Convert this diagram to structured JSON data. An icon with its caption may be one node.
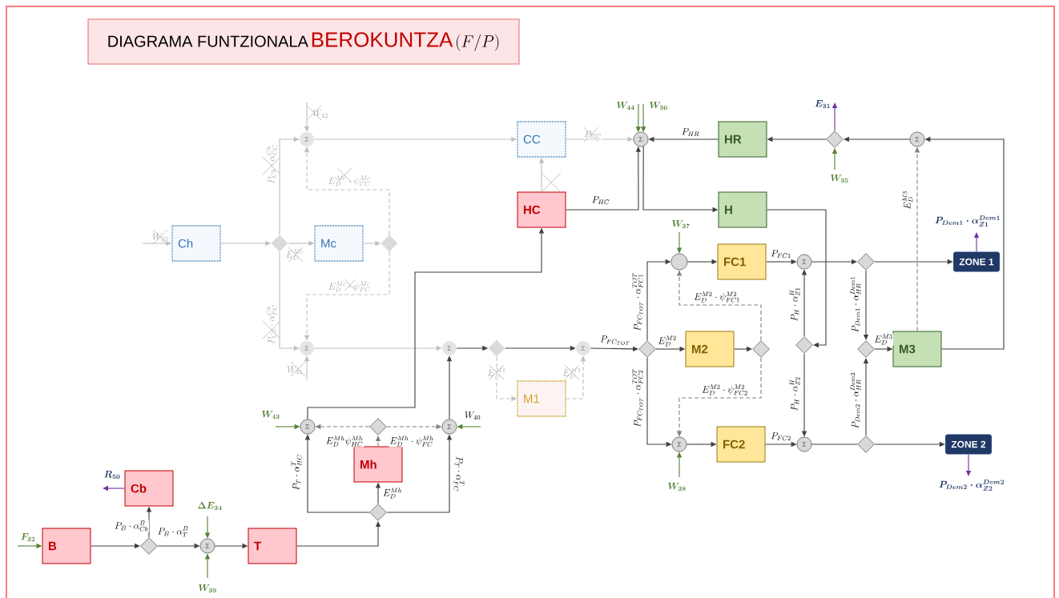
{
  "diagram": {
    "nodes": [
      {
        "text": [
          "DIAGRAMA FUNTZIONALA",
          "BEROKUNTZA",
          "(F/P)"
        ]
      },
      {
        "text": [
          "Ch"
        ]
      },
      {
        "text": [],
        "shape": "diamond"
      },
      {
        "text": [
          "Mc"
        ]
      },
      {
        "text": [],
        "shape": "diamond"
      },
      {
        "text": [
          "Σ"
        ]
      },
      {
        "text": [
          "Σ"
        ]
      },
      {
        "text": [
          "CC"
        ]
      },
      {
        "text": [
          "HC"
        ]
      },
      {
        "text": [
          "Σ"
        ]
      },
      {
        "text": [
          "HR"
        ]
      },
      {
        "text": [],
        "shape": "diamond"
      },
      {
        "text": [
          "Σ"
        ]
      },
      {
        "text": [
          "H"
        ]
      },
      {
        "text": [],
        "shape": "circle"
      },
      {
        "text": [
          "FC1"
        ]
      },
      {
        "text": [
          "Σ"
        ]
      },
      {
        "text": [],
        "shape": "diamond"
      },
      {
        "text": [
          "ZONE 1"
        ]
      },
      {
        "text": [
          "Σ"
        ]
      },
      {
        "text": [],
        "shape": "diamond"
      },
      {
        "text": [
          "Σ"
        ]
      },
      {
        "text": [
          "M1"
        ]
      },
      {
        "text": [],
        "shape": "diamond"
      },
      {
        "text": [
          "M2"
        ]
      },
      {
        "text": [],
        "shape": "diamond"
      },
      {
        "text": [],
        "shape": "diamond"
      },
      {
        "text": [],
        "shape": "diamond"
      },
      {
        "text": [
          "M3"
        ]
      },
      {
        "text": [
          "Σ"
        ]
      },
      {
        "text": [
          "FC2"
        ]
      },
      {
        "text": [
          "Σ"
        ]
      },
      {
        "text": [],
        "shape": "diamond"
      },
      {
        "text": [
          "ZONE 2"
        ]
      },
      {
        "text": [
          "Σ"
        ]
      },
      {
        "text": [],
        "shape": "diamond"
      },
      {
        "text": [
          "Σ"
        ]
      },
      {
        "text": [
          "Mh"
        ]
      },
      {
        "text": [],
        "shape": "diamond"
      },
      {
        "text": [
          "B"
        ]
      },
      {
        "text": [],
        "shape": "diamond"
      },
      {
        "text": [
          "Cb"
        ]
      },
      {
        "text": [
          "Σ"
        ]
      },
      {
        "text": [
          "T"
        ]
      }
    ],
    "edges": [
      {
        "from": null,
        "to": 1,
        "arrow": "to",
        "label": "W_{33}",
        "color": "#bfbfbf"
      },
      {
        "from": 1,
        "to": 2,
        "arrow": "to",
        "color": "#bfbfbf"
      },
      {
        "from": 2,
        "to": 3,
        "arrow": "to",
        "label": "E_D^{Mc}",
        "color": "#bfbfbf"
      },
      {
        "from": 3,
        "to": 4,
        "arrow": "to",
        "color": "#bfbfbf"
      },
      {
        "from": 2,
        "to": 5,
        "arrow": "to",
        "label": "P_{Ch}\\cdot\\alpha_{CC}^{Ch}",
        "color": "#bfbfbf"
      },
      {
        "from": 2,
        "to": 6,
        "arrow": "to",
        "label": "P_{Ch}\\cdot\\alpha_{FC}^{Ch}",
        "color": "#bfbfbf"
      },
      {
        "from": 4,
        "to": 5,
        "arrow": "to",
        "label": "E_D^{Mc}\\cdot\\psi_{CC}^{Mc}",
        "style": "dashed",
        "color": "#bfbfbf"
      },
      {
        "from": 4,
        "to": 6,
        "arrow": "to",
        "label": "E_D^{Mc}\\cdot\\psi_{FC}^{Mc}",
        "style": "dashed",
        "color": "#bfbfbf"
      },
      {
        "from": null,
        "to": 5,
        "arrow": "to",
        "label": "W_{42}",
        "color": "#bfbfbf"
      },
      {
        "from": null,
        "to": 6,
        "arrow": "to",
        "label": "W_{41}",
        "color": "#bfbfbf"
      },
      {
        "from": 5,
        "to": 7,
        "arrow": "to",
        "color": "#bfbfbf"
      },
      {
        "from": 6,
        "to": 19,
        "arrow": "to",
        "color": "#bfbfbf"
      },
      {
        "from": 7,
        "to": 9,
        "arrow": "to",
        "label": "P_{CC}",
        "color": "#bfbfbf"
      },
      {
        "from": 8,
        "to": 7,
        "arrow": "to",
        "color": "#bfbfbf"
      },
      {
        "from": 19,
        "to": 20,
        "arrow": "to"
      },
      {
        "from": 20,
        "to": 21,
        "arrow": "to"
      },
      {
        "from": 20,
        "to": 22,
        "arrow": "to",
        "label": "E_D^{M1}",
        "style": "dashed",
        "color": "#bfbfbf"
      },
      {
        "from": 22,
        "to": 21,
        "arrow": "to",
        "label": "E_D^{M1}",
        "style": "dashed",
        "color": "#bfbfbf"
      },
      {
        "from": 21,
        "to": 23,
        "arrow": "to",
        "label": "P_{FC_{TOT}}"
      },
      {
        "from": 8,
        "to": 9,
        "arrow": "to",
        "label": "P_{HC}"
      },
      {
        "from": 10,
        "to": 9,
        "arrow": "to",
        "label": "P_{HR}"
      },
      {
        "from": 9,
        "to": 13,
        "arrow": "to"
      },
      {
        "from": null,
        "to": 9,
        "arrow": "to",
        "label": "W_{44}",
        "color": "#538135"
      },
      {
        "from": null,
        "to": 9,
        "arrow": "to",
        "label": "W_{36}",
        "color": "#538135"
      },
      {
        "from": 11,
        "to": 10,
        "arrow": "to"
      },
      {
        "from": 11,
        "to": null,
        "arrow": "to",
        "label": "E_{31}",
        "color": "#7030a0"
      },
      {
        "from": null,
        "to": 11,
        "arrow": "to",
        "label": "W_{35}",
        "color": "#538135"
      },
      {
        "from": 12,
        "to": 11,
        "arrow": "to"
      },
      {
        "from": 28,
        "to": 12,
        "arrow": "to"
      },
      {
        "from": 28,
        "to": 12,
        "arrow": "to",
        "label": "E_D^{M3}",
        "style": "dashed",
        "color": "#808080"
      },
      {
        "from": 13,
        "to": 26,
        "arrow": "to"
      },
      {
        "from": 23,
        "to": 14,
        "arrow": "to",
        "label": "P_{FC_{TOT}}\\cdot\\alpha_{FC1}^{TOT}"
      },
      {
        "from": null,
        "to": 14,
        "arrow": "to",
        "label": "W_{37}",
        "color": "#538135"
      },
      {
        "from": 14,
        "to": 15,
        "arrow": "to"
      },
      {
        "from": 15,
        "to": 16,
        "arrow": "to",
        "label": "P_{FC1}"
      },
      {
        "from": 16,
        "to": 17,
        "arrow": "to"
      },
      {
        "from": 17,
        "to": 18,
        "arrow": "to"
      },
      {
        "from": 18,
        "to": null,
        "arrow": "to",
        "label": "P_{Dem1}\\cdot\\alpha_{Z1}^{Dem1}",
        "color": "#7030a0"
      },
      {
        "from": 17,
        "to": 27,
        "arrow": "to",
        "label": "P_{Dem1}\\cdot\\alpha_{HR}^{Dem1}"
      },
      {
        "from": 23,
        "to": 24,
        "arrow": "to",
        "label": "E_D^{M2}"
      },
      {
        "from": 24,
        "to": 25,
        "arrow": "to"
      },
      {
        "from": 25,
        "to": 14,
        "arrow": "to",
        "label": "E_D^{M2}\\cdot\\psi_{FC1}^{M2}",
        "style": "dashed",
        "color": "#808080"
      },
      {
        "from": 25,
        "to": 29,
        "arrow": "to",
        "label": "E_D^{M2}\\cdot\\psi_{FC2}^{M2}",
        "style": "dashed",
        "color": "#808080"
      },
      {
        "from": 26,
        "to": 16,
        "arrow": "to",
        "label": "P_H\\cdot\\alpha_{Z1}^{H}"
      },
      {
        "from": 26,
        "to": 31,
        "arrow": "to",
        "label": "P_H\\cdot\\alpha_{Z2}^{H}"
      },
      {
        "from": 27,
        "to": 28,
        "arrow": "to",
        "label": "E_D^{M3}"
      },
      {
        "from": 23,
        "to": 29,
        "arrow": "to",
        "label": "P_{FC_{TOT}}\\cdot\\alpha_{FC2}^{TOT}"
      },
      {
        "from": null,
        "to": 29,
        "arrow": "to",
        "label": "W_{38}",
        "color": "#538135"
      },
      {
        "from": 29,
        "to": 30,
        "arrow": "to"
      },
      {
        "from": 30,
        "to": 31,
        "arrow": "to",
        "label": "P_{FC2}"
      },
      {
        "from": 31,
        "to": 32,
        "arrow": "none"
      },
      {
        "from": 32,
        "to": 33,
        "arrow": "to"
      },
      {
        "from": 32,
        "to": 27,
        "arrow": "to",
        "label": "P_{Dem2}\\cdot\\alpha_{HR}^{Dem2}"
      },
      {
        "from": 33,
        "to": null,
        "arrow": "to",
        "label": "P_{Dem2}\\cdot\\alpha_{Z2}^{Dem2}",
        "color": "#7030a0"
      },
      {
        "from": null,
        "to": 34,
        "arrow": "to",
        "label": "W_{43}",
        "color": "#538135"
      },
      {
        "from": null,
        "to": 36,
        "arrow": "to",
        "label": "W_{40}",
        "color": "#538135"
      },
      {
        "from": 35,
        "to": 34,
        "arrow": "to",
        "label": "E_D^{Mh}\\psi_{HC}^{Mh}",
        "style": "dashed",
        "color": "#808080"
      },
      {
        "from": 35,
        "to": 36,
        "arrow": "to",
        "label": "E_D^{Mh}\\cdot\\psi_{FC}^{Mh}",
        "style": "dashed",
        "color": "#808080"
      },
      {
        "from": 37,
        "to": 35,
        "arrow": "to",
        "style": "dashed",
        "color": "#808080"
      },
      {
        "from": 38,
        "to": 37,
        "arrow": "to",
        "label": "E_D^{Mh}"
      },
      {
        "from": 38,
        "to": 34,
        "arrow": "to",
        "label": "P_T\\cdot\\alpha_{HC}^{T}"
      },
      {
        "from": 38,
        "to": 36,
        "arrow": "to",
        "label": "P_T\\cdot\\alpha_{FC}^{T}"
      },
      {
        "from": 34,
        "to": 8,
        "arrow": "to"
      },
      {
        "from": 36,
        "to": 19,
        "arrow": "to"
      },
      {
        "from": 43,
        "to": 38,
        "arrow": "to"
      },
      {
        "from": null,
        "to": 39,
        "arrow": "to",
        "label": "F_{32}",
        "color": "#538135"
      },
      {
        "from": 39,
        "to": 40,
        "arrow": "to"
      },
      {
        "from": 40,
        "to": 41,
        "arrow": "to",
        "label": "P_B\\cdot\\alpha_{Cb}^{B}"
      },
      {
        "from": 40,
        "to": 42,
        "arrow": "to",
        "label": "P_B\\cdot\\alpha_{T}^{B}"
      },
      {
        "from": null,
        "to": 42,
        "arrow": "to",
        "label": "\\Delta E_{34}",
        "color": "#538135"
      },
      {
        "from": null,
        "to": 42,
        "arrow": "to",
        "label": "W_{39}",
        "color": "#538135"
      },
      {
        "from": 42,
        "to": 43,
        "arrow": "to"
      },
      {
        "from": 41,
        "to": null,
        "arrow": "to",
        "label": "R_{50}",
        "color": "#7030a0"
      }
    ]
  }
}
